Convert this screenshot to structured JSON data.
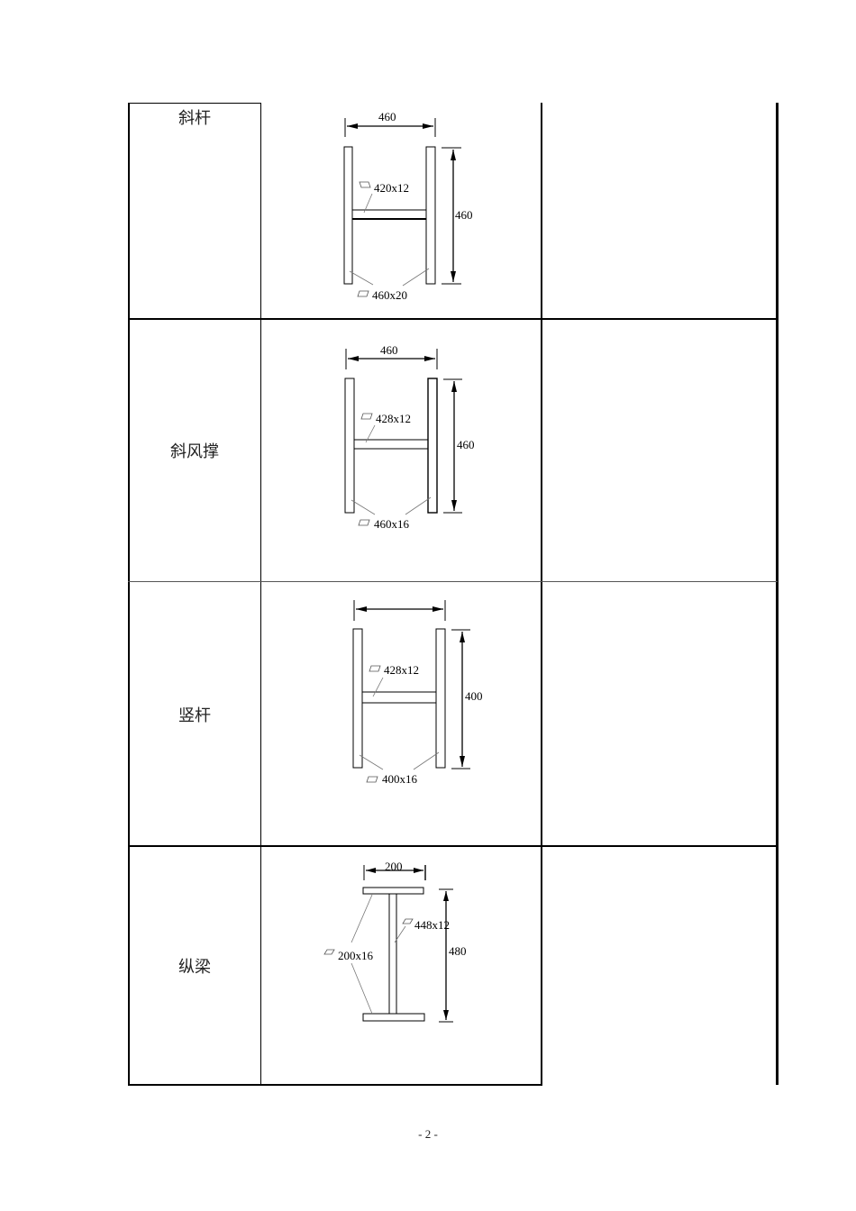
{
  "table": {
    "rows": [
      {
        "name": "斜杆",
        "section": {
          "type": "H-section",
          "width_dim": "460",
          "height_dim": "460",
          "web_label": "420x12",
          "flange_label": "460x20"
        },
        "remarks": ""
      },
      {
        "name": "斜风撑",
        "section": {
          "type": "H-section",
          "width_dim": "460",
          "height_dim": "460",
          "web_label": "428x12",
          "flange_label": "460x16"
        },
        "remarks": ""
      },
      {
        "name": "竖杆",
        "section": {
          "type": "H-section",
          "width_dim": "",
          "height_dim": "400",
          "web_label": "428x12",
          "flange_label": "400x16"
        },
        "remarks": ""
      },
      {
        "name": "纵梁",
        "section": {
          "type": "I-section",
          "width_dim": "200",
          "height_dim": "480",
          "web_label": "448x12",
          "flange_label": "200x16"
        },
        "remarks": ""
      }
    ]
  },
  "footer": {
    "page_number": "- 2 -"
  },
  "colors": {
    "line": "#000000",
    "leader": "#777777"
  }
}
